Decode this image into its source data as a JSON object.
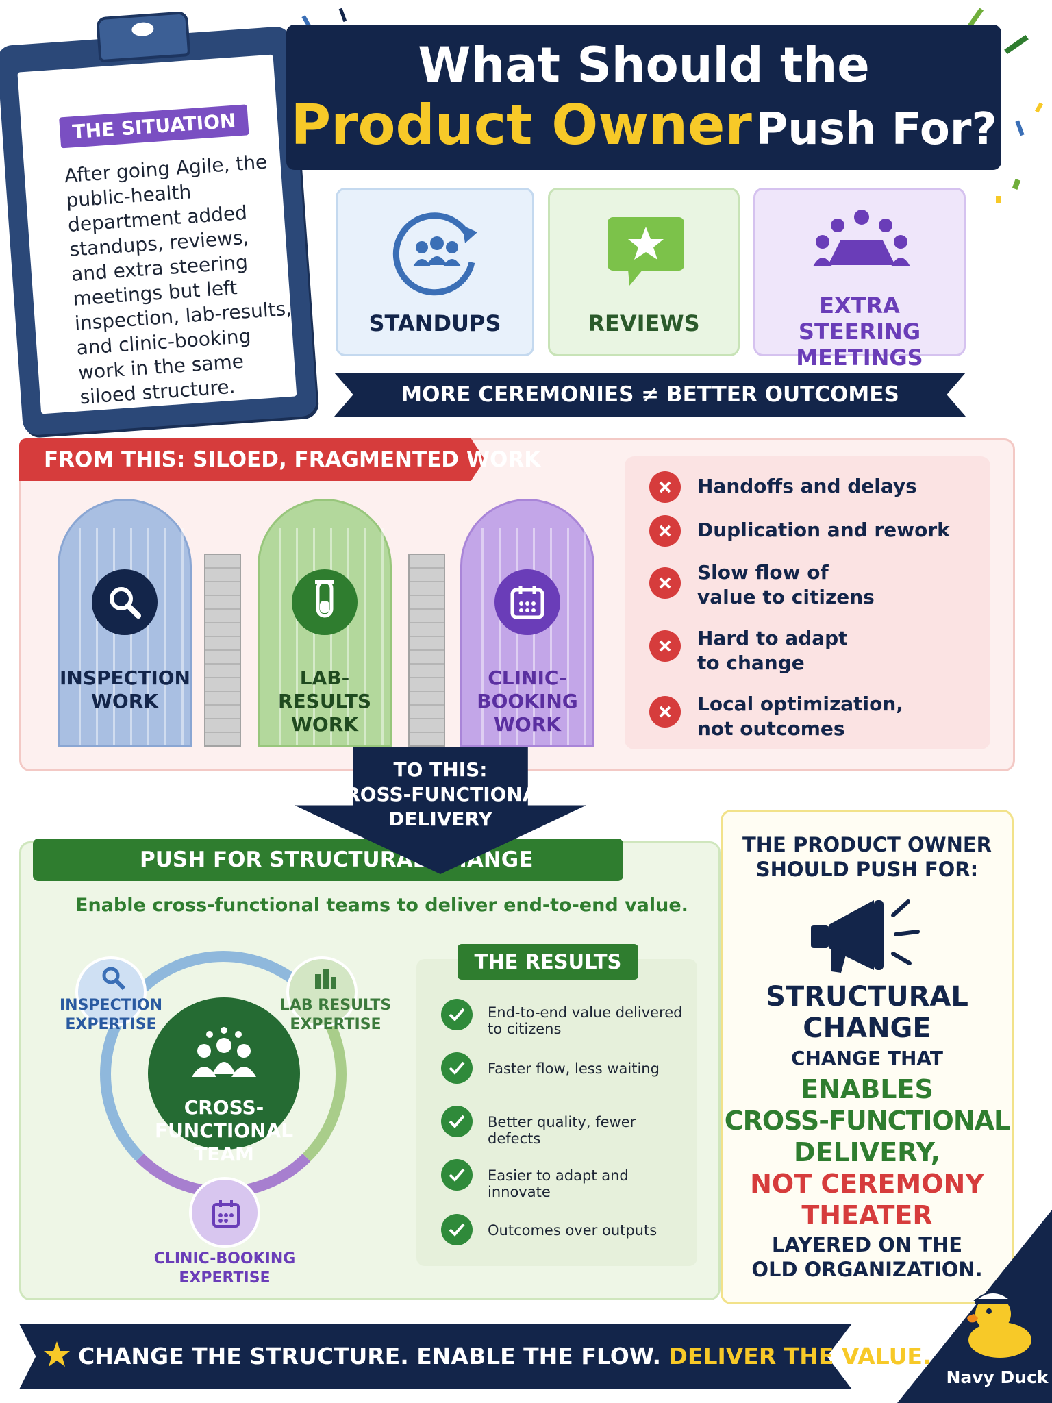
{
  "situation": {
    "tag": "THE SITUATION",
    "text": "After going Agile, the public-health department added standups, reviews, and extra steering meetings but left inspection, lab-results, and clinic-booking work in the same siloed structure."
  },
  "title": {
    "line1": "What Should the",
    "highlight": "Product Owner",
    "rest": "Push For?"
  },
  "ceremonies": {
    "items": [
      {
        "label": "STANDUPS",
        "icon": "team-cycle-icon"
      },
      {
        "label": "REVIEWS",
        "icon": "star-speech-bubble-icon"
      },
      {
        "label": "EXTRA STEERING MEETINGS",
        "icon": "meeting-table-icon"
      }
    ],
    "banner": "MORE CEREMONIES ≠ BETTER OUTCOMES"
  },
  "from_this": {
    "tag": "FROM THIS: SILOED, FRAGMENTED WORK",
    "silos": [
      {
        "line1": "INSPECTION",
        "line2": "WORK",
        "icon": "magnifier-icon"
      },
      {
        "line1": "LAB-RESULTS",
        "line2": "WORK",
        "icon": "test-tube-icon"
      },
      {
        "line1": "CLINIC-BOOKING",
        "line2": "WORK",
        "icon": "calendar-icon"
      }
    ],
    "issues": [
      {
        "line1": "Handoffs and delays",
        "line2": ""
      },
      {
        "line1": "Duplication and rework",
        "line2": ""
      },
      {
        "line1": "Slow flow of",
        "line2": "value to citizens"
      },
      {
        "line1": "Hard to adapt",
        "line2": "to change"
      },
      {
        "line1": "Local optimization,",
        "line2": "not outcomes"
      }
    ]
  },
  "arrow": {
    "line1": "TO THIS:",
    "line2": "CROSS-FUNCTIONAL",
    "line3": "DELIVERY"
  },
  "structural": {
    "tag": "PUSH FOR STRUCTURAL CHANGE",
    "subtitle": "Enable cross-functional teams to deliver end-to-end value.",
    "core_line1": "CROSS-FUNCTIONAL",
    "core_line2": "TEAM",
    "expertise": [
      {
        "line1": "INSPECTION",
        "line2": "EXPERTISE"
      },
      {
        "line1": "LAB RESULTS",
        "line2": "EXPERTISE"
      },
      {
        "line1": "CLINIC-BOOKING",
        "line2": "EXPERTISE"
      }
    ]
  },
  "results": {
    "tag": "THE RESULTS",
    "items": [
      "End-to-end value delivered to citizens",
      "Faster flow, less waiting",
      "Better quality, fewer defects",
      "Easier to adapt and innovate",
      "Outcomes over outputs"
    ]
  },
  "product_owner": {
    "heading1": "THE PRODUCT OWNER",
    "heading2": "SHOULD PUSH FOR:",
    "big1": "STRUCTURAL",
    "big2": "CHANGE",
    "small1": "CHANGE THAT",
    "green1": "ENABLES",
    "green2": "CROSS-FUNCTIONAL",
    "green3": "DELIVERY,",
    "red1": "NOT CEREMONY",
    "red2": "THEATER",
    "navy1": "LAYERED ON THE",
    "navy2": "OLD ORGANIZATION."
  },
  "footer": {
    "part1": "CHANGE THE STRUCTURE. ENABLE THE FLOW.",
    "part2": "DELIVER THE VALUE."
  },
  "brand": "Navy Duck",
  "colors": {
    "navy": "#13254a",
    "yellow": "#f7c928",
    "red": "#d63c3c",
    "green": "#2f7d2f",
    "purple": "#7a4fc2",
    "blue": "#3b6fb6"
  }
}
